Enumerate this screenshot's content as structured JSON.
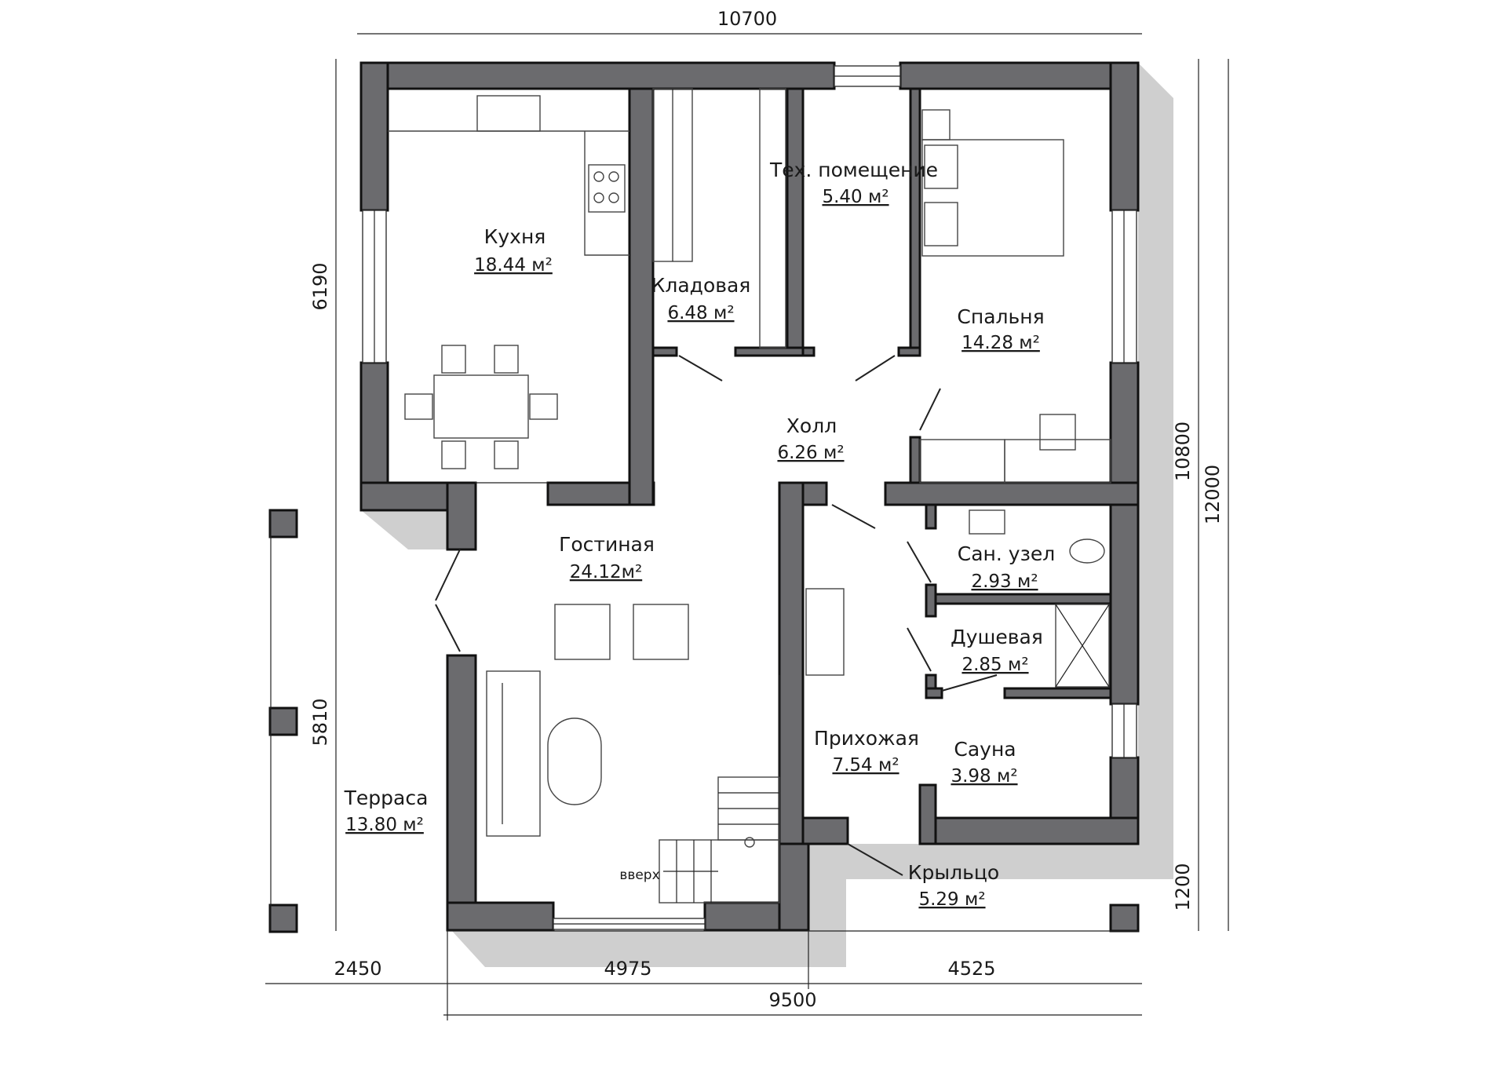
{
  "rooms": {
    "kitchen": {
      "name": "Кухня",
      "area": "18.44 м²"
    },
    "pantry": {
      "name": "Кладовая",
      "area": "6.48 м²"
    },
    "tech": {
      "name": "Тех. помещение",
      "area": "5.40 м²"
    },
    "bedroom": {
      "name": "Спальня",
      "area": "14.28 м²"
    },
    "hall": {
      "name": "Холл",
      "area": "6.26 м²"
    },
    "living": {
      "name": "Гостиная",
      "area": "24.12м²"
    },
    "wc": {
      "name": "Сан. узел",
      "area": "2.93 м²"
    },
    "shower": {
      "name": "Душевая",
      "area": "2.85 м²"
    },
    "entry": {
      "name": "Прихожая",
      "area": "7.54 м²"
    },
    "sauna": {
      "name": "Сауна",
      "area": "3.98 м²"
    },
    "terrace": {
      "name": "Терраса",
      "area": "13.80 м²"
    },
    "porch": {
      "name": "Крыльцо",
      "area": "5.29 м²"
    }
  },
  "stairs_label": "вверх",
  "dimensions": {
    "top": "10700",
    "left_upper": "6190",
    "left_lower": "5810",
    "right_inner": "10800",
    "right_outer": "12000",
    "right_porch": "1200",
    "bottom_left": "2450",
    "bottom_mid": "4975",
    "bottom_right": "4525",
    "bottom_total": "9500"
  },
  "colors": {
    "wall": "#6b6b6e",
    "shadow": "#cfcfcf",
    "line": "#111111"
  }
}
